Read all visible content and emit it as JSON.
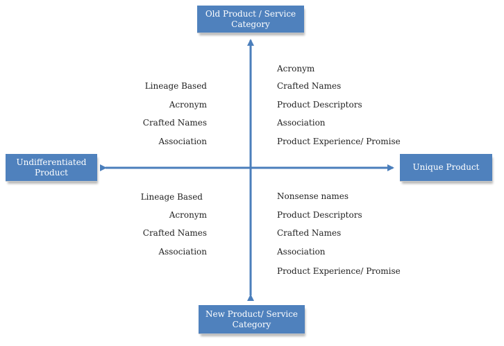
{
  "diagram": {
    "top_box": "Old Product / Service Category",
    "bottom_box": "New Product/ Service Category",
    "left_box": "Undifferentiated Product",
    "right_box": "Unique Product",
    "quadrants": {
      "top_left": [
        "Lineage Based",
        "Acronym",
        "Crafted Names",
        "Association"
      ],
      "top_right": [
        "Acronym",
        "Crafted Names",
        "Product Descriptors",
        "Association",
        "Product Experience/  Promise"
      ],
      "bottom_left": [
        "Lineage Based",
        "Acronym",
        "Crafted Names",
        "Association"
      ],
      "bottom_right": [
        "Nonsense names",
        "Product Descriptors",
        "Crafted Names",
        "Association",
        "Product Experience/  Promise"
      ]
    },
    "colors": {
      "box_fill": "#4f81bd",
      "arrow": "#4a7ebb"
    }
  }
}
